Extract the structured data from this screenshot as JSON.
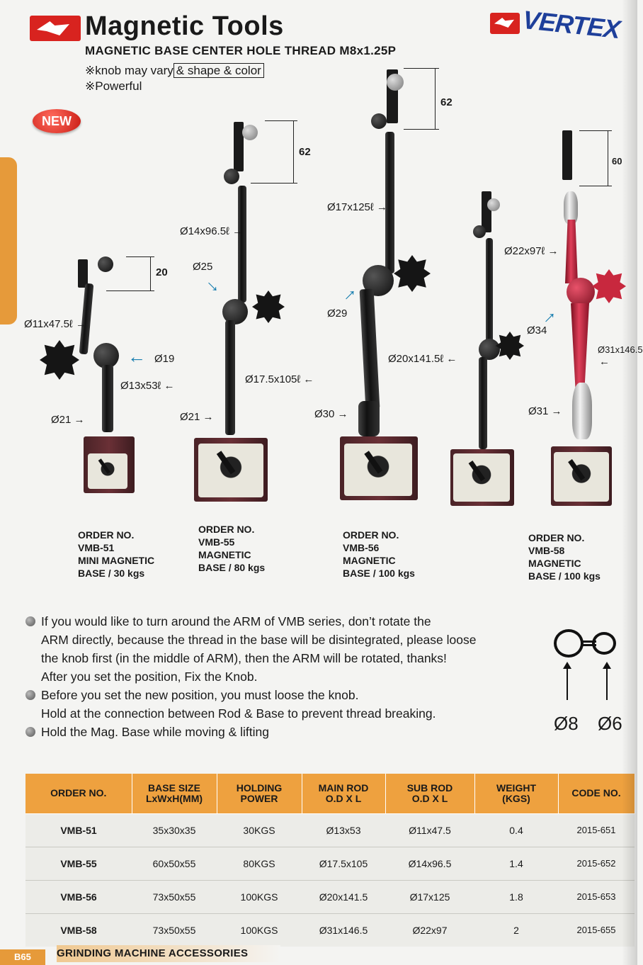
{
  "header": {
    "title": "Magnetic Tools",
    "subtitle": "MAGNETIC BASE CENTER HOLE THREAD M8x1.25P",
    "note_knob_prefix": "※knob may vary",
    "note_knob_boxed": "& shape & color",
    "note_powerful": "※Powerful",
    "brand": "VERTEX",
    "badge": "NEW"
  },
  "products": [
    {
      "order_label": "ORDER NO.",
      "model": "VMB-51",
      "desc1": "MINI MAGNETIC",
      "desc2": "BASE / 30 kgs",
      "dims": {
        "height": "20",
        "sub_rod": "Ø11x47.5ℓ",
        "joint": "Ø19",
        "main_rod": "Ø13x53ℓ",
        "base_dia": "Ø21"
      }
    },
    {
      "order_label": "ORDER NO.",
      "model": "VMB-55",
      "desc1": "MAGNETIC",
      "desc2": "BASE / 80 kgs",
      "dims": {
        "height": "62",
        "sub_rod": "Ø14x96.5ℓ",
        "joint": "Ø25",
        "main_rod": "Ø17.5x105ℓ",
        "base_dia": "Ø21"
      }
    },
    {
      "order_label": "ORDER NO.",
      "model": "VMB-56",
      "desc1": "MAGNETIC",
      "desc2": "BASE / 100 kgs",
      "dims": {
        "height": "62",
        "sub_rod": "Ø17x125ℓ",
        "joint": "Ø29",
        "main_rod": "Ø20x141.5ℓ",
        "base_dia": "Ø30"
      }
    },
    {
      "order_label": "ORDER NO.",
      "model": "VMB-58",
      "desc1": "MAGNETIC",
      "desc2": "BASE / 100 kgs",
      "dims": {
        "height": "60",
        "sub_rod": "Ø22x97ℓ",
        "joint": "Ø34",
        "main_rod": "Ø31x146.5",
        "base_dia": "Ø31"
      }
    }
  ],
  "notes": {
    "b1_l1": "If you would like to turn around the ARM of VMB series, don’t rotate the",
    "b1_l2": "ARM directly, because the thread in the base will be disintegrated, please loose",
    "b1_l3": "the knob first (in the middle of ARM), then the ARM will be rotated, thanks!",
    "b1_l4": "After you set the position, Fix the Knob.",
    "b2_l1": "Before you set the new position, you must loose the knob.",
    "b2_l2": "Hold at the connection between Rod & Base to prevent thread breaking.",
    "b3_l1": "Hold the Mag. Base while moving & lifting"
  },
  "diagram": {
    "left": "Ø8",
    "right": "Ø6"
  },
  "table": {
    "headers": [
      "ORDER NO.",
      "BASE SIZE LxWxH(MM)",
      "HOLDING POWER",
      "MAIN ROD O.D X L",
      "SUB ROD O.D X L",
      "WEIGHT (KGS)",
      "CODE NO."
    ],
    "h_base1": "BASE SIZE",
    "h_base2": "LxWxH(MM)",
    "h_hold1": "HOLDING",
    "h_hold2": "POWER",
    "h_main1": "MAIN ROD",
    "h_main2": "O.D X L",
    "h_sub1": "SUB ROD",
    "h_sub2": "O.D X L",
    "h_w1": "WEIGHT",
    "h_w2": "(KGS)",
    "rows": [
      [
        "VMB-51",
        "35x30x35",
        "30KGS",
        "Ø13x53",
        "Ø11x47.5",
        "0.4",
        "2015-651"
      ],
      [
        "VMB-55",
        "60x50x55",
        "80KGS",
        "Ø17.5x105",
        "Ø14x96.5",
        "1.4",
        "2015-652"
      ],
      [
        "VMB-56",
        "73x50x55",
        "100KGS",
        "Ø20x141.5",
        "Ø17x125",
        "1.8",
        "2015-653"
      ],
      [
        "VMB-58",
        "73x50x55",
        "100KGS",
        "Ø31x146.5",
        "Ø22x97",
        "2",
        "2015-655"
      ]
    ]
  },
  "footer": {
    "page": "B65",
    "section": "GRINDING MACHINE ACCESSORIES"
  },
  "colors": {
    "accent_orange": "#eea13f",
    "brand_red": "#d8231f",
    "brand_blue": "#1e3f9a",
    "arrow_blue": "#1a7fb0"
  }
}
